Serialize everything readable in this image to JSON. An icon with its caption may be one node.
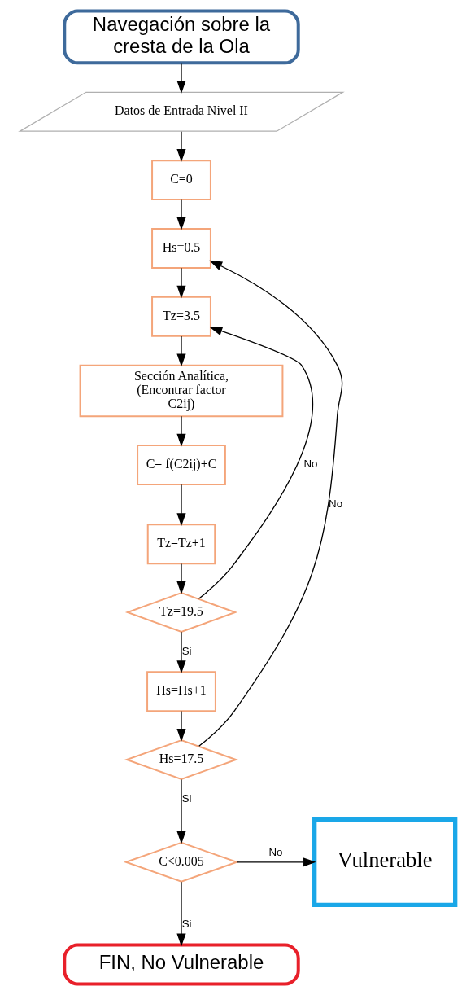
{
  "diagram": {
    "nodes": [
      {
        "text": [
          "Navegación sobre la cresta de la Ola"
        ]
      },
      {
        "text": [
          "Datos de Entrada Nivel II"
        ]
      },
      {
        "text": [
          "C=0"
        ]
      },
      {
        "text": [
          "Hs=0.5"
        ]
      },
      {
        "text": [
          "Tz=3.5"
        ]
      },
      {
        "text": [
          "Sección Analítica, (Encontrar factor C2ij)"
        ]
      },
      {
        "text": [
          "C= f(C2ij)+C"
        ]
      },
      {
        "text": [
          "Tz=Tz+1"
        ]
      },
      {
        "text": [
          "Tz=19.5"
        ]
      },
      {
        "text": [
          "Hs=Hs+1"
        ]
      },
      {
        "text": [
          "Hs=17.5"
        ]
      },
      {
        "text": [
          "C<0.005"
        ]
      },
      {
        "text": [
          "Vulnerable"
        ]
      },
      {
        "text": [
          "FIN, No Vulnerable"
        ]
      }
    ],
    "edges": [
      {
        "from": 0,
        "to": 1,
        "arrow": "to"
      },
      {
        "from": 1,
        "to": 2,
        "arrow": "to"
      },
      {
        "from": 2,
        "to": 3,
        "arrow": "to"
      },
      {
        "from": 3,
        "to": 4,
        "arrow": "to"
      },
      {
        "from": 4,
        "to": 5,
        "arrow": "to"
      },
      {
        "from": 5,
        "to": 6,
        "arrow": "to"
      },
      {
        "from": 6,
        "to": 7,
        "arrow": "to"
      },
      {
        "from": 7,
        "to": 8,
        "arrow": "to"
      },
      {
        "from": 8,
        "to": 4,
        "arrow": "to",
        "label": "No"
      },
      {
        "from": 8,
        "to": 9,
        "arrow": "to",
        "label": "Si"
      },
      {
        "from": 9,
        "to": 10,
        "arrow": "to"
      },
      {
        "from": 10,
        "to": 3,
        "arrow": "to",
        "label": "No"
      },
      {
        "from": 10,
        "to": 11,
        "arrow": "to",
        "label": "Si"
      },
      {
        "from": 11,
        "to": 12,
        "arrow": "to",
        "label": "No"
      },
      {
        "from": 11,
        "to": 13,
        "arrow": "to",
        "label": "Si"
      }
    ]
  }
}
